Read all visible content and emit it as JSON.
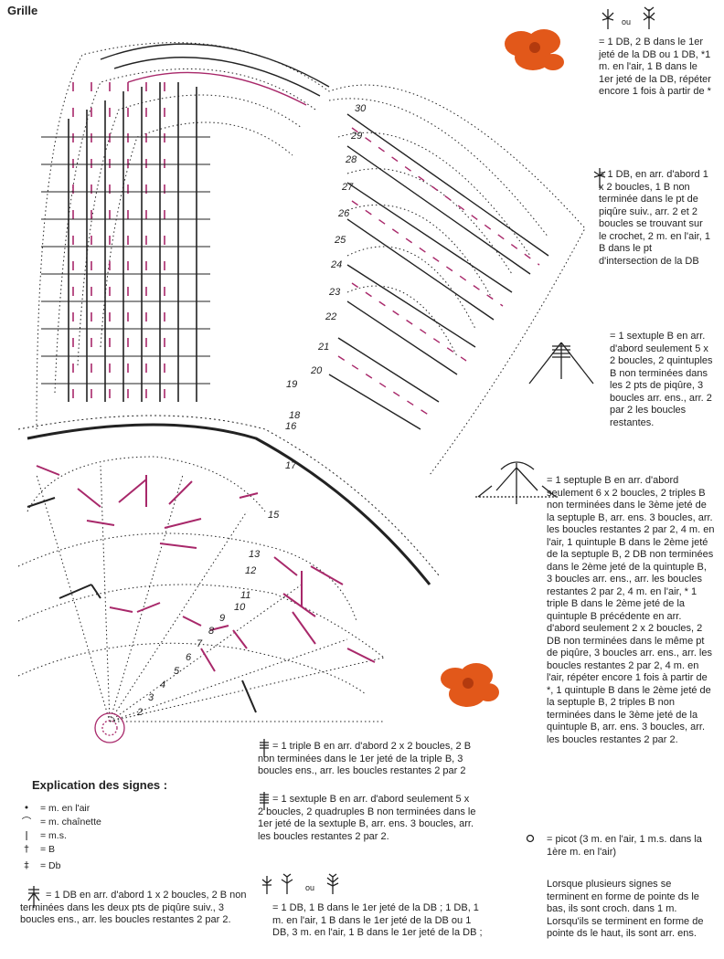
{
  "title": "Grille",
  "colors": {
    "ink": "#222222",
    "accent": "#a8286a",
    "flower": "#e2581a"
  },
  "row_numbers": [
    "2",
    "3",
    "4",
    "5",
    "6",
    "7",
    "8",
    "9",
    "10",
    "11",
    "12",
    "13",
    "15",
    "16",
    "17",
    "18",
    "19",
    "20",
    "21",
    "22",
    "23",
    "24",
    "25",
    "26",
    "27",
    "28",
    "29",
    "30"
  ],
  "right_notes": {
    "ou": "ou",
    "db_variant": "= 1 DB, 2 B dans le 1er jeté de la DB ou 1 DB, *1 m. en l'air, 1 B dans le 1er jeté de la DB, répéter encore 1 fois à partir de *",
    "db_arr": "= 1 DB, en arr. d'abord 1 x 2 boucles, 1 B non terminée dans le pt de piqûre suiv., arr. 2 et 2 boucles se trouvant sur le crochet, 2 m. en l'air, 1 B dans le pt d'intersection de la DB",
    "sextuple": "= 1 sextuple B en arr. d'abord seulement 5 x 2 boucles, 2 quintuples B non terminées dans les 2 pts de piqûre, 3 boucles arr. ens., arr. 2 par 2 les boucles restantes.",
    "septuple": "= 1 septuple B en arr. d'abord seulement 6 x 2 boucles, 2 triples B non terminées dans le 3ème jeté de la septuple B, arr. ens. 3 boucles, arr. les boucles restantes 2 par 2, 4 m. en l'air, 1 quintuple B dans le 2ème jeté de la septuple B, 2 DB non terminées dans le 2ème jeté de la quintuple B, 3 boucles arr. ens., arr. les boucles restantes 2 par 2, 4 m. en l'air, * 1 triple B dans le 2ème jeté de la quintuple B précédente en arr. d'abord seulement 2 x 2 boucles, 2 DB non terminées dans le même pt de piqûre, 3 boucles arr. ens., arr. les boucles restantes 2 par 2, 4 m. en l'air, répéter encore 1 fois à partir de *, 1 quintuple B dans le 2ème jeté de la septuple B, 2 triples B non terminées dans le 3ème jeté de la quintuple B, arr. ens. 3 boucles, arr. les boucles restantes 2 par 2.",
    "picot": "= picot (3 m. en l'air, 1 m.s. dans la 1ère m. en l'air)",
    "closing": "Lorsque plusieurs signes se terminent en forme de pointe ds le bas, ils sont croch. dans 1 m. Lorsqu'ils se terminent en forme de pointe ds le haut, ils sont arr. ens."
  },
  "legend": {
    "heading": "Explication des signes :",
    "items": [
      {
        "symbol": "•",
        "label": "= m. en l'air"
      },
      {
        "symbol": "⌒",
        "label": "= m. chaînette"
      },
      {
        "symbol": "ǀ",
        "label": "= m.s."
      },
      {
        "symbol": "†",
        "label": "= B"
      },
      {
        "symbol": "‡",
        "label": "= Db"
      }
    ],
    "db_group": "= 1 DB en arr. d'abord 1 x 2 boucles, 2 B non terminées dans les deux pts de piqûre suiv., 3 boucles ens., arr. les boucles restantes 2 par 2."
  },
  "center_notes": {
    "triple": "= 1 triple B en arr. d'abord 2 x 2 boucles, 2 B non terminées dans le 1er jeté de la triple B, 3 boucles ens., arr. les boucles restantes 2 par 2",
    "sextuple": "= 1 sextuple B en arr. d'abord seulement 5 x 2 boucles, 2 quadruples B non terminées dans le 1er jeté de la sextuple B, arr. ens. 3 boucles, arr. les boucles restantes 2 par 2.",
    "ou": "ou",
    "db_variants": "= 1 DB, 1 B dans le 1er jeté de la DB ; 1 DB, 1 m. en l'air, 1 B dans le 1er jeté de la DB ou 1 DB, 3 m. en l'air, 1 B dans le 1er jeté de la DB ;"
  }
}
